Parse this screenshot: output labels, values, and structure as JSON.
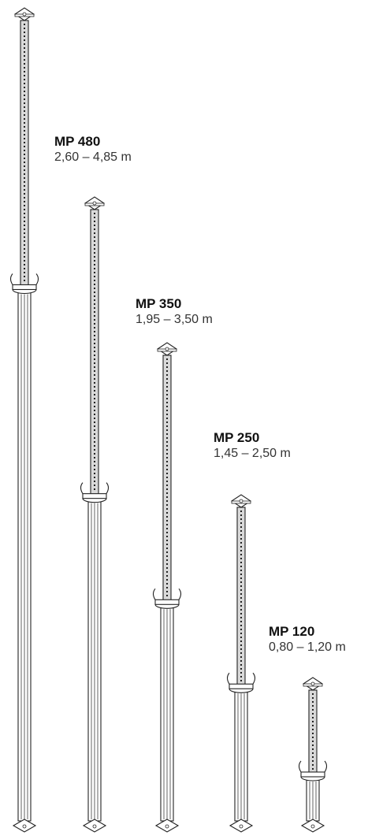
{
  "props": [
    {
      "id": "mp480",
      "name": "MP 480",
      "range": "2,60 – 4,85 m",
      "inner_pct": 0.315
    },
    {
      "id": "mp350",
      "name": "MP 350",
      "range": "1,95 – 3,50 m",
      "inner_pct": 0.44
    },
    {
      "id": "mp250",
      "name": "MP 250",
      "range": "1,45 – 2,50 m",
      "inner_pct": 0.49
    },
    {
      "id": "mp120",
      "name": "MP 120",
      "range": "0,80 – 1,20 m",
      "inner_pct": 0.51
    }
  ],
  "colors": {
    "line": "#222222",
    "fill": "#ffffff",
    "shade": "#d9d9d9"
  }
}
